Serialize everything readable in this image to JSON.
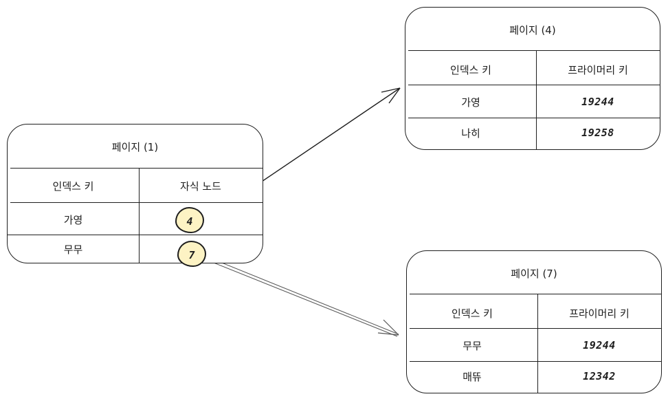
{
  "pages": [
    {
      "id": "page-1",
      "title": "페이지 (1)",
      "columns": [
        "인덱스 키",
        "자식 노드"
      ],
      "rows": [
        {
          "key": "가영",
          "child": "4"
        },
        {
          "key": "무무",
          "child": "7"
        }
      ]
    },
    {
      "id": "page-4",
      "title": "페이지 (4)",
      "columns": [
        "인덱스 키",
        "프라이머리 키"
      ],
      "rows": [
        {
          "key": "가영",
          "pk": "19244"
        },
        {
          "key": "나히",
          "pk": "19258"
        }
      ]
    },
    {
      "id": "page-7",
      "title": "페이지 (7)",
      "columns": [
        "인덱스 키",
        "프라이머리 키"
      ],
      "rows": [
        {
          "key": "무무",
          "pk": "19244"
        },
        {
          "key": "매뜌",
          "pk": "12342"
        }
      ]
    }
  ],
  "arrows": [
    {
      "from": "page-1 child 4",
      "to": "page-4",
      "style": "solid"
    },
    {
      "from": "page-1 child 7",
      "to": "page-7",
      "style": "double-line"
    }
  ],
  "colors": {
    "stroke": "#1e1e1e",
    "highlight_fill": "#fdf3c4",
    "background": "#ffffff"
  }
}
